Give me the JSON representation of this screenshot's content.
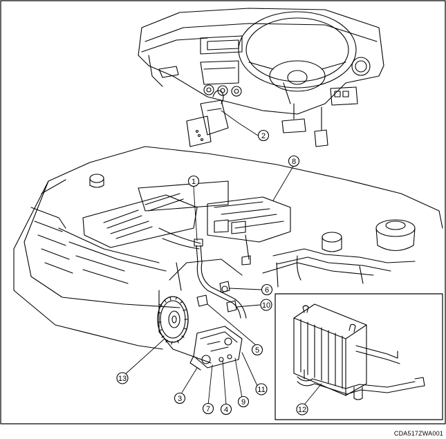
{
  "diagram": {
    "figure_code": "CDA517ZWA001",
    "callouts": [
      {
        "id": "callout-1",
        "label": "1"
      },
      {
        "id": "callout-2",
        "label": "2"
      },
      {
        "id": "callout-3",
        "label": "3"
      },
      {
        "id": "callout-4",
        "label": "4"
      },
      {
        "id": "callout-5",
        "label": "5"
      },
      {
        "id": "callout-6",
        "label": "6"
      },
      {
        "id": "callout-7",
        "label": "7"
      },
      {
        "id": "callout-8",
        "label": "8"
      },
      {
        "id": "callout-9",
        "label": "9"
      },
      {
        "id": "callout-10",
        "label": "10"
      },
      {
        "id": "callout-11",
        "label": "11"
      },
      {
        "id": "callout-12",
        "label": "12"
      },
      {
        "id": "callout-13",
        "label": "13"
      }
    ],
    "line_color": "#000000",
    "background_color": "#ffffff"
  }
}
